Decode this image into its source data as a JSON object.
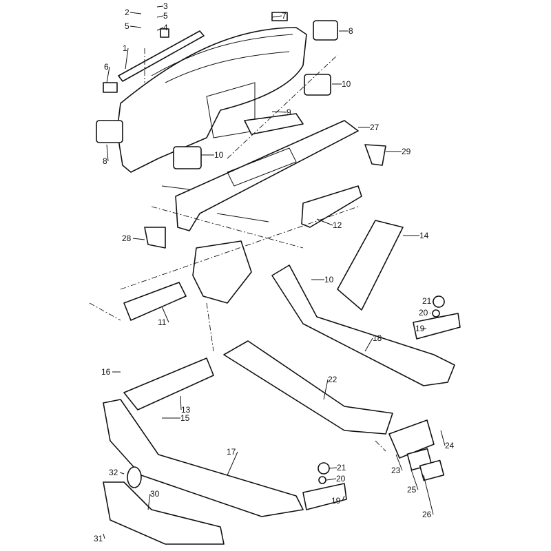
{
  "diagram": {
    "title": "Dashboard air ducts and vents exploded view",
    "callouts": [
      "2",
      "3",
      "5",
      "4",
      "5",
      "1",
      "6",
      "7",
      "8",
      "10",
      "9",
      "27",
      "29",
      "8",
      "10",
      "12",
      "28",
      "14",
      "10",
      "21",
      "20",
      "19",
      "11",
      "18",
      "16",
      "22",
      "13",
      "15",
      "24",
      "17",
      "21",
      "20",
      "32",
      "30",
      "23",
      "25",
      "19",
      "26",
      "31"
    ]
  }
}
